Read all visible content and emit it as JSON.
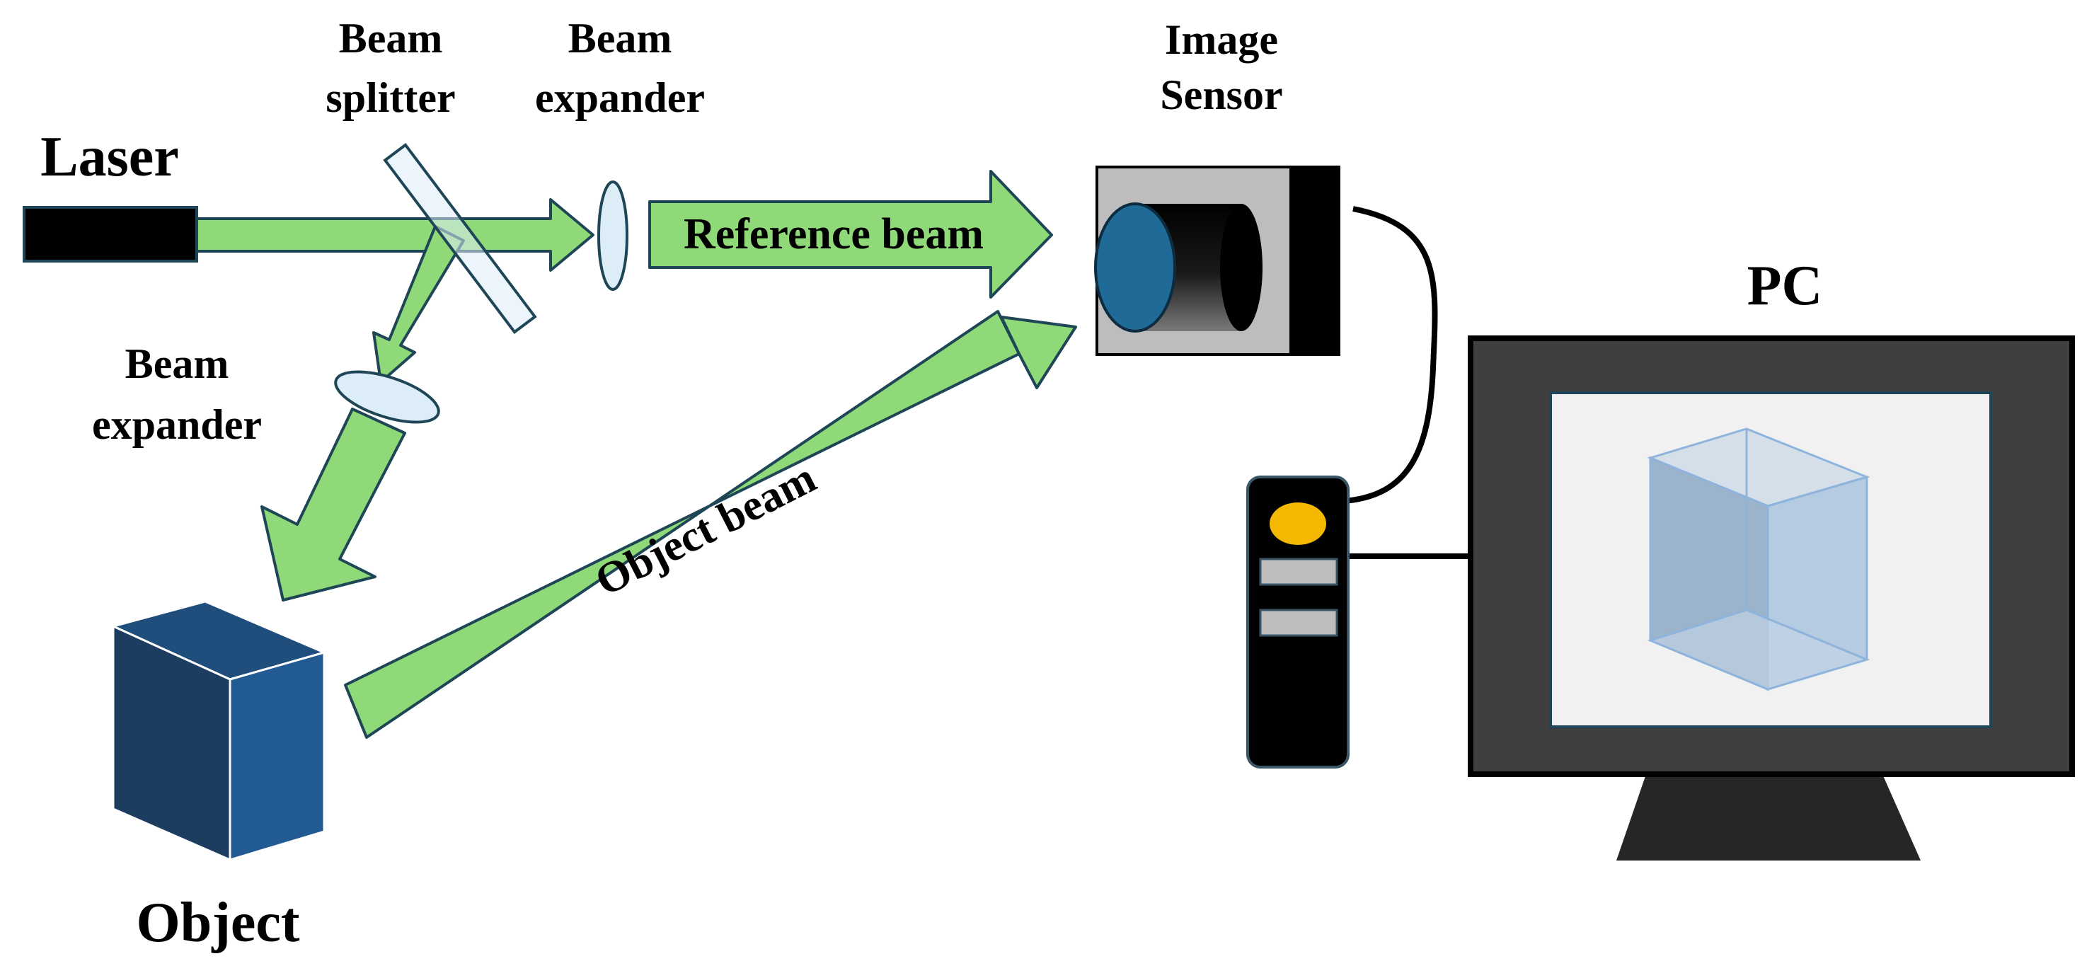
{
  "labels": {
    "laser": "Laser",
    "beam_splitter_line1": "Beam",
    "beam_splitter_line2": "splitter",
    "beam_expander_top_line1": "Beam",
    "beam_expander_top_line2": "expander",
    "beam_expander_left_line1": "Beam",
    "beam_expander_left_line2": "expander",
    "reference_beam": "Reference beam",
    "object_beam": "Object beam",
    "image_sensor_line1": "Image",
    "image_sensor_line2": "Sensor",
    "pc": "PC",
    "object": "Object"
  },
  "colors": {
    "beam_fill": "#8fd978",
    "beam_stroke": "#1e4656",
    "laser_body": "#000000",
    "optic_fill": "#dcedf7",
    "cube_front": "#1c3d60",
    "cube_side": "#225b93",
    "cube_top": "#1f4d7c",
    "sensor_body": "#bdbdbd",
    "lens": "#1f6a96",
    "tower_button": "#f5b800",
    "monitor_frame": "#3f3f3f",
    "monitor_screen": "#f1f1f1",
    "transparent_box": "#7f9dbf"
  }
}
